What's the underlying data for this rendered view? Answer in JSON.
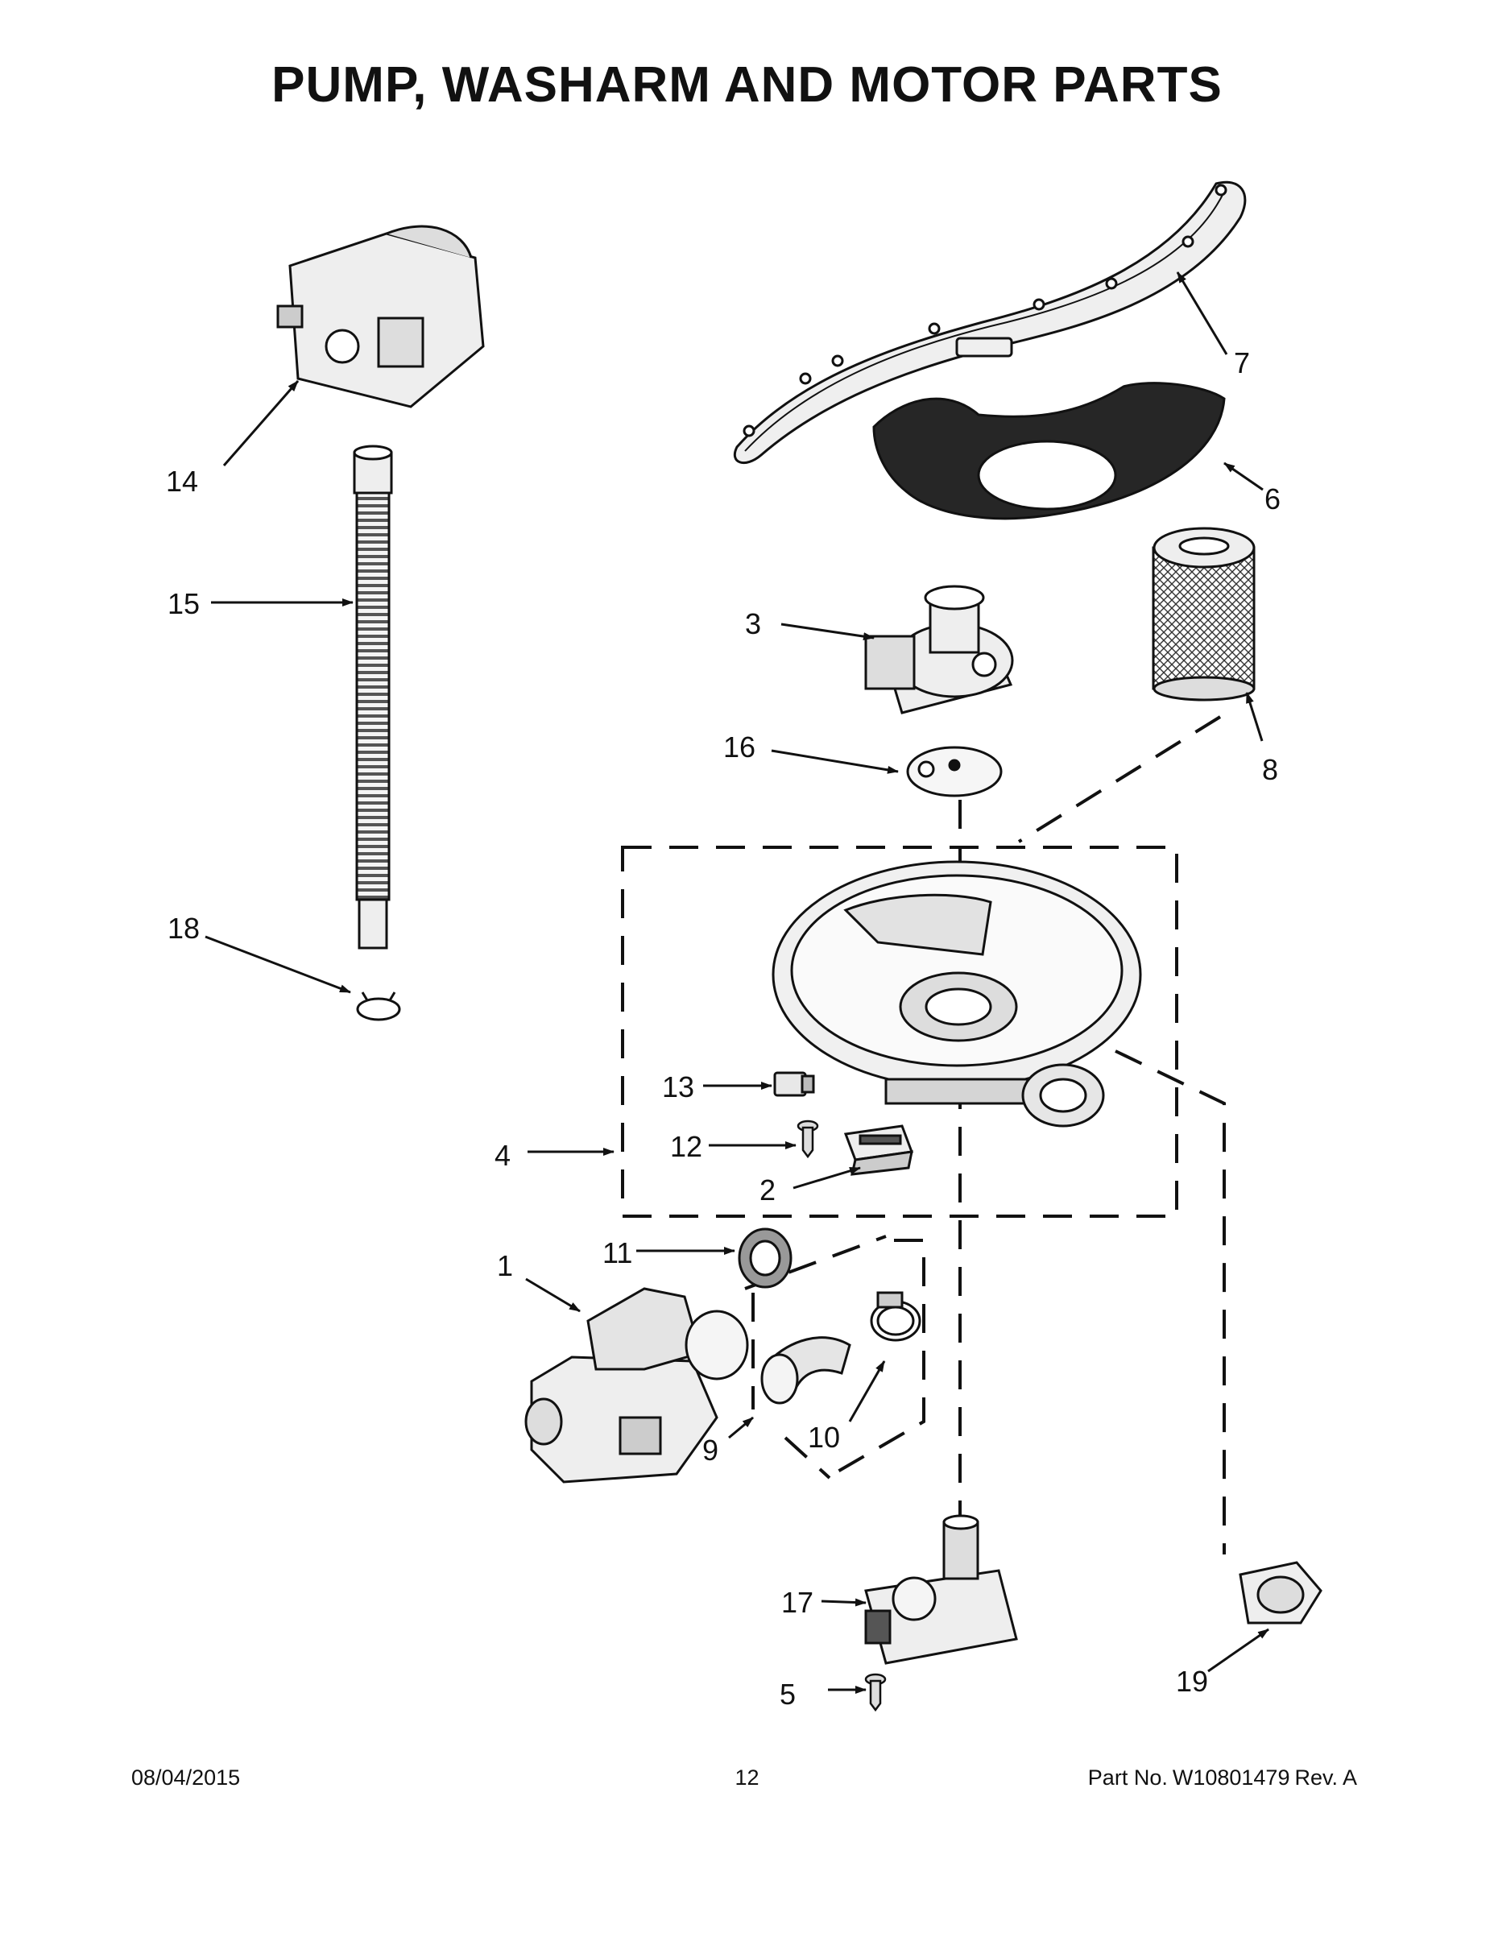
{
  "title": "PUMP, WASHARM AND MOTOR PARTS",
  "callouts": [
    "1",
    "2",
    "3",
    "4",
    "5",
    "6",
    "7",
    "8",
    "9",
    "10",
    "11",
    "12",
    "13",
    "14",
    "15",
    "16",
    "17",
    "18",
    "19"
  ],
  "footer": {
    "date": "08/04/2015",
    "page": "12",
    "part_label": "Part No.",
    "part_number": "W10801479",
    "rev_label": "Rev.",
    "rev_value": "A"
  }
}
